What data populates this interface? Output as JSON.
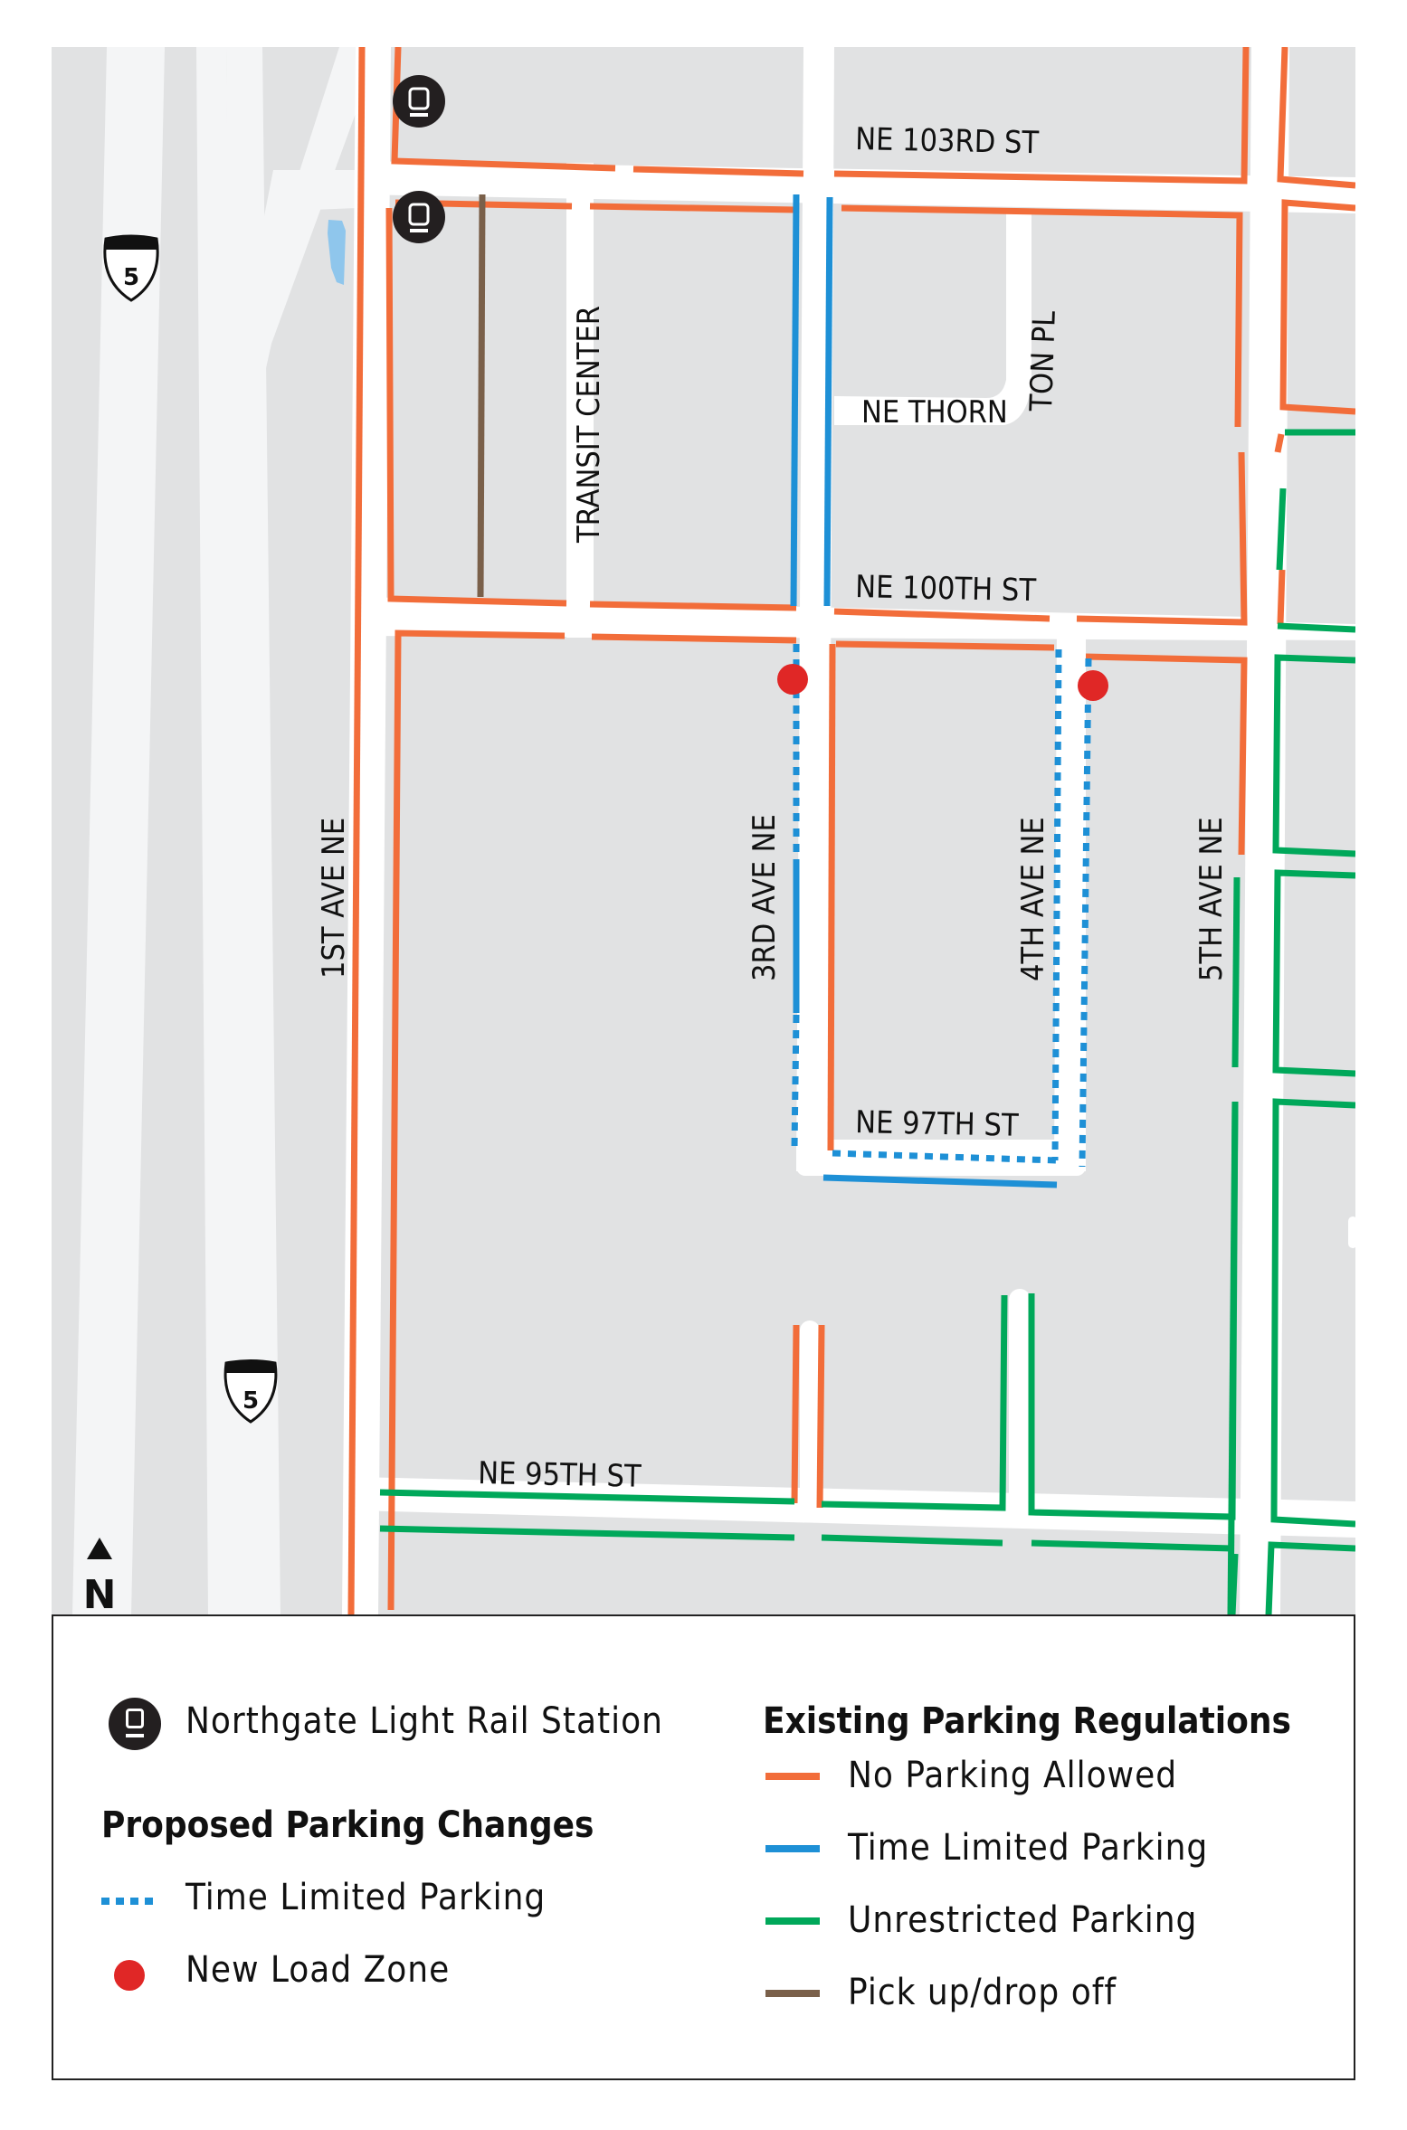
{
  "map": {
    "streets": {
      "ne_103rd": "NE 103RD ST",
      "ne_100th": "NE 100TH ST",
      "ne_97th": "NE 97TH ST",
      "ne_95th": "NE 95TH ST",
      "ne_thornton_a": "NE THORN",
      "ne_thornton_b": "TON PL",
      "transit_center": "TRANSIT CENTER",
      "first_ave": "1ST AVE NE",
      "third_ave": "3RD AVE NE",
      "fourth_ave": "4TH AVE NE",
      "fifth_ave": "5TH AVE NE"
    },
    "highway_shield": "5",
    "north_arrow": "N",
    "colors": {
      "block": "#e1e2e3",
      "freeway": "#f4f5f6",
      "street": "#ffffff",
      "water": "#8fc6ec",
      "no_parking": "#f26d3a",
      "time_limited": "#1e90d6",
      "unrestricted": "#00a85a",
      "pickup_dropoff": "#7a604a",
      "load_zone": "#e02726",
      "station": "#231f20"
    }
  },
  "legend": {
    "station_label": "Northgate Light Rail Station",
    "proposed_heading": "Proposed Parking Changes",
    "proposed_items": [
      {
        "label": "Time Limited Parking",
        "style": "dotted",
        "color": "#1e90d6"
      },
      {
        "label": "New Load Zone",
        "style": "dot",
        "color": "#e02726"
      }
    ],
    "existing_heading": "Existing Parking Regulations",
    "existing_items": [
      {
        "label": "No Parking Allowed",
        "color": "#f26d3a"
      },
      {
        "label": "Time Limited Parking",
        "color": "#1e90d6"
      },
      {
        "label": "Unrestricted Parking",
        "color": "#00a85a"
      },
      {
        "label": "Pick up/drop off",
        "color": "#7a604a"
      }
    ]
  }
}
